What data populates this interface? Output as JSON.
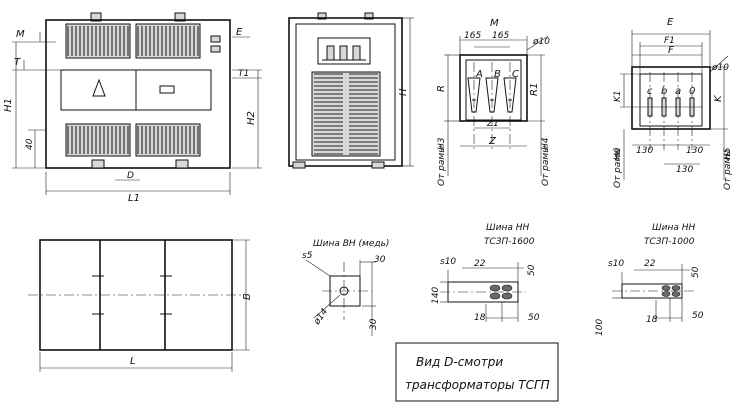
{
  "labels": {
    "M1": "M",
    "E1": "E",
    "T": "T",
    "T1": "T1",
    "H1": "H1",
    "H2": "H2",
    "d40": "40",
    "D": "D",
    "L1": "L1",
    "H": "H",
    "M2": "M",
    "d165a": "165",
    "d165b": "165",
    "phi10a": "ø10",
    "A": "A",
    "B": "B",
    "C": "C",
    "R": "R",
    "R1": "R1",
    "Z1": "Z1",
    "Z": "Z",
    "H3": "H3",
    "H4": "H4",
    "otRamy1": "От рамы",
    "otRamy2": "От рамы",
    "E2": "E",
    "F1": "F1",
    "F": "F",
    "phi10b": "ø10",
    "c": "c",
    "b": "b",
    "a": "a",
    "O": "0",
    "K1": "K1",
    "K": "K",
    "H6": "H6",
    "H5": "H5",
    "d130a": "130",
    "d130b": "130",
    "d130c": "130",
    "otRamy3": "От рамы",
    "otRamy4": "От рамы",
    "L": "L",
    "Bdim": "B",
    "shinaVN": "Шина ВН (медь)",
    "s5": "s5",
    "d30a": "30",
    "phi14": "ø14",
    "d30b": "30",
    "shinaNN1": "Шина НН",
    "tszp1600": "ТСЗП-1600",
    "s10a": "s10",
    "d22a": "22",
    "d50a": "50",
    "d140": "140",
    "d18a": "18",
    "d50b": "50",
    "shinaNN2": "Шина НН",
    "tszp1000": "ТСЗП-1000",
    "s10b": "s10",
    "d22b": "22",
    "d50c": "50",
    "d100": "100",
    "d18b": "18",
    "d50d": "50",
    "note1": "Вид D-смотри",
    "note2": "трансформаторы ТСГП"
  }
}
